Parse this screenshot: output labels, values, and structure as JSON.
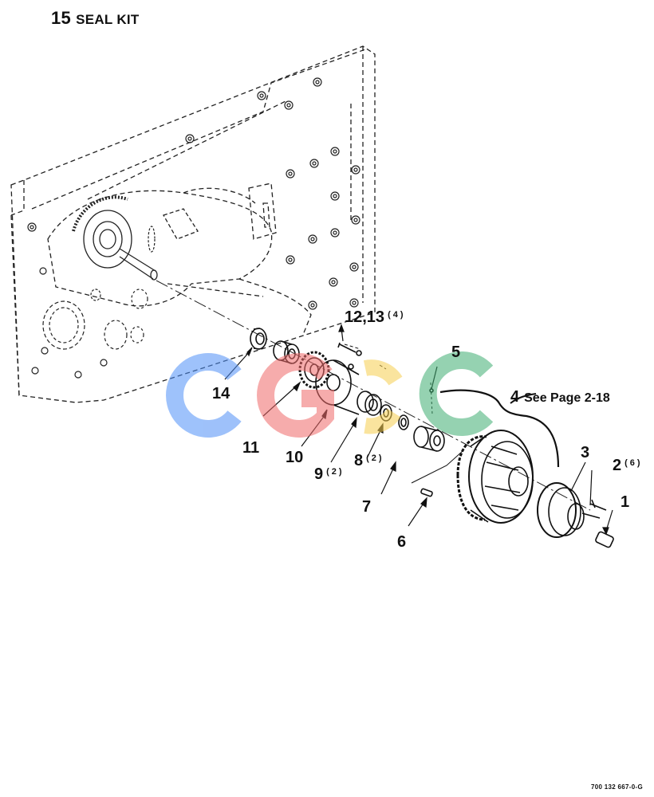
{
  "title": {
    "number": "15",
    "text": "SEAL KIT"
  },
  "callouts": {
    "c1": {
      "label": "1"
    },
    "c2": {
      "label": "2",
      "qty": "(6)"
    },
    "c3": {
      "label": "3"
    },
    "c4": {
      "label": "4",
      "note": "See Page 2-18"
    },
    "c5": {
      "label": "5"
    },
    "c6": {
      "label": "6"
    },
    "c7": {
      "label": "7"
    },
    "c8": {
      "label": "8",
      "qty": "(2)"
    },
    "c9": {
      "label": "9",
      "qty": "(2)"
    },
    "c10": {
      "label": "10"
    },
    "c11": {
      "label": "11"
    },
    "c12": {
      "label": "12,13",
      "qty": "(4)"
    },
    "c14": {
      "label": "14"
    }
  },
  "drawing_code": "700 132 667-0-G",
  "watermark": {
    "colors": [
      "#4f8ff7",
      "#f06a6a",
      "#f7cf4f",
      "#3fae72"
    ]
  }
}
